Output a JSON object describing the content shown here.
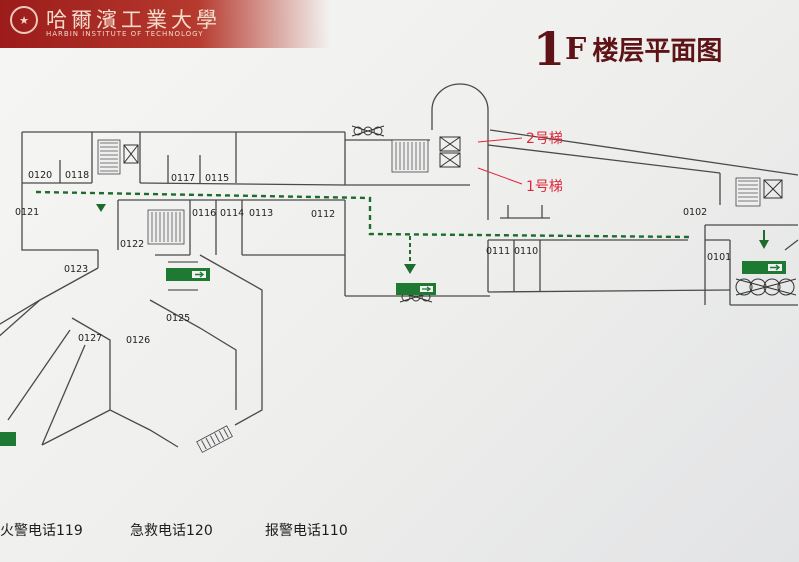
{
  "header": {
    "logo_cn": "哈爾濱工業大學",
    "logo_en": "HARBIN INSTITUTE OF TECHNOLOGY",
    "title_number": "1",
    "title_letter": "F",
    "title_text": "楼层平面图"
  },
  "rooms": {
    "r0120": "0120",
    "r0118": "0118",
    "r0117": "0117",
    "r0115": "0115",
    "r0121": "0121",
    "r0116": "0116",
    "r0114": "0114",
    "r0113": "0113",
    "r0112": "0112",
    "r0122": "0122",
    "r0123": "0123",
    "r0125": "0125",
    "r0127": "0127",
    "r0126": "0126",
    "r0111": "0111",
    "r0110": "0110",
    "r0102": "0102",
    "r0101": "0101"
  },
  "callouts": {
    "elevator2": "2号梯",
    "elevator1": "1号梯"
  },
  "footer": {
    "fire": "火警电话119",
    "ambulance": "急救电话120",
    "police": "报警电话110"
  },
  "colors": {
    "wall": "#4a4a4a",
    "evac_route": "#1e6b2e",
    "callout": "#e0263a",
    "title": "#5e1416"
  }
}
